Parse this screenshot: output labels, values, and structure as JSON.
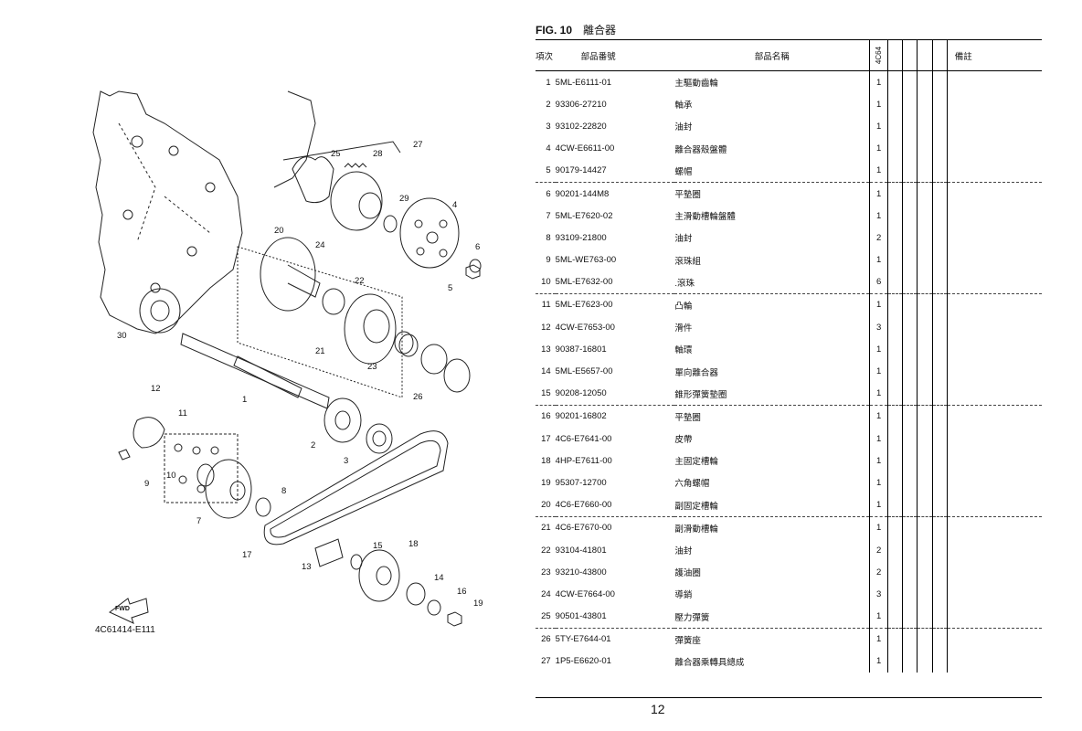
{
  "figure": {
    "number": "FIG. 10",
    "name": "離合器"
  },
  "diagram": {
    "code": "4C61414-E111",
    "fwd_label": "FWD",
    "callouts": [
      "1",
      "2",
      "3",
      "4",
      "5",
      "6",
      "7",
      "8",
      "9",
      "10",
      "11",
      "12",
      "13",
      "14",
      "15",
      "16",
      "17",
      "18",
      "19",
      "20",
      "21",
      "22",
      "23",
      "24",
      "25",
      "26",
      "27",
      "28",
      "29",
      "30"
    ]
  },
  "table": {
    "headers": {
      "no": "項次",
      "part_no": "部品番號",
      "name": "部品名稱",
      "model": "4C64",
      "remarks": "備註"
    },
    "rows": [
      {
        "no": "1",
        "part_no": "5ML-E6111-01",
        "name": "主驅動齒輪",
        "qty": "1"
      },
      {
        "no": "2",
        "part_no": "93306-27210",
        "name": "軸承",
        "qty": "1"
      },
      {
        "no": "3",
        "part_no": "93102-22820",
        "name": "油封",
        "qty": "1"
      },
      {
        "no": "4",
        "part_no": "4CW-E6611-00",
        "name": "離合器殼盤體",
        "qty": "1"
      },
      {
        "no": "5",
        "part_no": "90179-14427",
        "name": "螺帽",
        "qty": "1"
      },
      {
        "no": "6",
        "part_no": "90201-144M8",
        "name": "平墊圈",
        "qty": "1"
      },
      {
        "no": "7",
        "part_no": "5ML-E7620-02",
        "name": "主滑動槽輪盤體",
        "qty": "1"
      },
      {
        "no": "8",
        "part_no": "93109-21800",
        "name": "油封",
        "qty": "2"
      },
      {
        "no": "9",
        "part_no": "5ML-WE763-00",
        "name": "滾珠組",
        "qty": "1"
      },
      {
        "no": "10",
        "part_no": "5ML-E7632-00",
        "name": ".滾珠",
        "qty": "6"
      },
      {
        "no": "11",
        "part_no": "5ML-E7623-00",
        "name": "凸輪",
        "qty": "1"
      },
      {
        "no": "12",
        "part_no": "4CW-E7653-00",
        "name": "滑件",
        "qty": "3"
      },
      {
        "no": "13",
        "part_no": "90387-16801",
        "name": "軸環",
        "qty": "1"
      },
      {
        "no": "14",
        "part_no": "5ML-E5657-00",
        "name": "單向離合器",
        "qty": "1"
      },
      {
        "no": "15",
        "part_no": "90208-12050",
        "name": "錐形彈簧墊圈",
        "qty": "1"
      },
      {
        "no": "16",
        "part_no": "90201-16802",
        "name": "平墊圈",
        "qty": "1"
      },
      {
        "no": "17",
        "part_no": "4C6-E7641-00",
        "name": "皮帶",
        "qty": "1"
      },
      {
        "no": "18",
        "part_no": "4HP-E7611-00",
        "name": "主固定槽輪",
        "qty": "1"
      },
      {
        "no": "19",
        "part_no": "95307-12700",
        "name": "六角螺帽",
        "qty": "1"
      },
      {
        "no": "20",
        "part_no": "4C6-E7660-00",
        "name": "副固定槽輪",
        "qty": "1"
      },
      {
        "no": "21",
        "part_no": "4C6-E7670-00",
        "name": "副滑動槽輪",
        "qty": "1"
      },
      {
        "no": "22",
        "part_no": "93104-41801",
        "name": "油封",
        "qty": "2"
      },
      {
        "no": "23",
        "part_no": "93210-43800",
        "name": "護油圈",
        "qty": "2"
      },
      {
        "no": "24",
        "part_no": "4CW-E7664-00",
        "name": "導銷",
        "qty": "3"
      },
      {
        "no": "25",
        "part_no": "90501-43801",
        "name": "壓力彈簧",
        "qty": "1"
      },
      {
        "no": "26",
        "part_no": "5TY-E7644-01",
        "name": "彈簧座",
        "qty": "1"
      },
      {
        "no": "27",
        "part_no": "1P5-E6620-01",
        "name": "離合器乘轉具總成",
        "qty": "1"
      }
    ]
  },
  "page_number": "12"
}
